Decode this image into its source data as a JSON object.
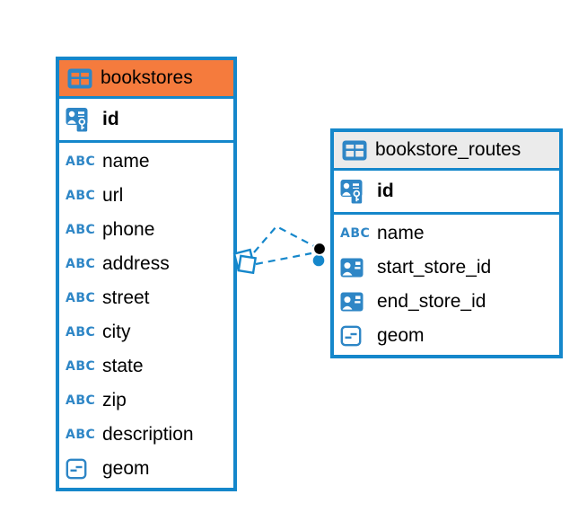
{
  "diagram": {
    "background": "#ffffff",
    "accent_blue": "#1587CB",
    "icon_blue": "#2E86C6",
    "text_color": "#000000"
  },
  "icons": {
    "text_type_glyph": "ABC"
  },
  "tables": [
    {
      "name": "bookstores",
      "header_color": "#F57B3D",
      "primary_key": {
        "name": "id",
        "type": "primary-key"
      },
      "columns": [
        {
          "name": "name",
          "type": "text"
        },
        {
          "name": "url",
          "type": "text"
        },
        {
          "name": "phone",
          "type": "text"
        },
        {
          "name": "address",
          "type": "text"
        },
        {
          "name": "street",
          "type": "text"
        },
        {
          "name": "city",
          "type": "text"
        },
        {
          "name": "state",
          "type": "text"
        },
        {
          "name": "zip",
          "type": "text"
        },
        {
          "name": "description",
          "type": "text"
        },
        {
          "name": "geom",
          "type": "geometry"
        }
      ]
    },
    {
      "name": "bookstore_routes",
      "header_color": "#EBEBEB",
      "primary_key": {
        "name": "id",
        "type": "primary-key"
      },
      "columns": [
        {
          "name": "name",
          "type": "text"
        },
        {
          "name": "start_store_id",
          "type": "reference"
        },
        {
          "name": "end_store_id",
          "type": "reference"
        },
        {
          "name": "geom",
          "type": "geometry"
        }
      ]
    }
  ],
  "relationship": {
    "from_table": "bookstores",
    "to_table": "bookstore_routes",
    "line_style": "dashed",
    "line_color": "#1587CB",
    "source_symbol": "overlapping-squares",
    "target_symbol": "stacked-circles-black-over-blue",
    "edge_count": 2
  }
}
